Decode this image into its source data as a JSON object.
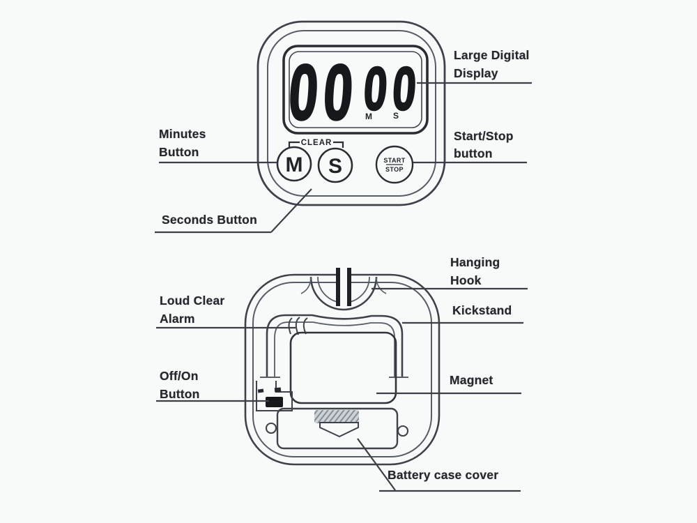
{
  "colors": {
    "paper": "#f8f9f9",
    "ink": "#26282e",
    "line": "#3e434b",
    "lcd": "#17181c"
  },
  "front_view": {
    "display": {
      "minutes_value": "00",
      "seconds_value": "00",
      "minutes_unit": "M",
      "seconds_unit": "S"
    },
    "buttons": {
      "minutes_label": "M",
      "seconds_label": "S",
      "clear_label": "CLEAR",
      "start_stop_top": "START",
      "start_stop_bottom": "STOP"
    },
    "callouts": {
      "large_digital_display": "Large Digital Display",
      "minutes_button": "Minutes Button",
      "start_stop_button": "Start/Stop button",
      "seconds_button": "Seconds Button"
    }
  },
  "back_view": {
    "callouts": {
      "hanging_hook": "Hanging Hook",
      "kickstand": "Kickstand",
      "loud_clear_alarm": "Loud Clear Alarm",
      "magnet": "Magnet",
      "off_on_button": "Off/On Button",
      "battery_case_cover": "Battery case cover"
    }
  }
}
